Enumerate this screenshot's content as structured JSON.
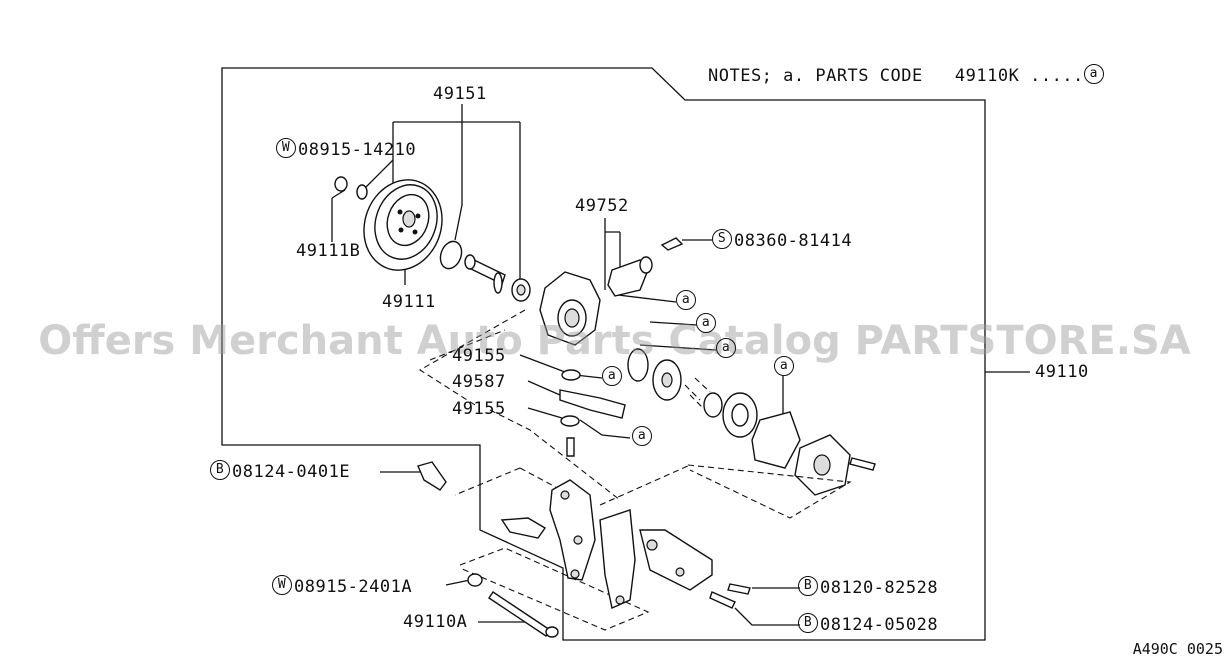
{
  "notes": {
    "prefix": "NOTES; a. PARTS CODE",
    "code": "49110K",
    "dots": ".....",
    "marker": "a"
  },
  "labels": {
    "p49151": "49151",
    "w_prefix": "W",
    "w1": "08915-14210",
    "p49111b": "49111B",
    "p49111": "49111",
    "p49752": "49752",
    "s_prefix": "S",
    "s1": "08360-81414",
    "p49155a": "49155",
    "p49587": "49587",
    "p49155b": "49155",
    "p49110": "49110",
    "b_prefix": "B",
    "b1": "08124-0401E",
    "w2": "08915-2401A",
    "p49110a": "49110A",
    "b2": "08120-82528",
    "b3": "08124-05028",
    "marker_a": "a"
  },
  "watermark": "Offers Merchant Auto Parts Catalog PARTSTORE.SA",
  "diagram_code": "A490C 0025"
}
